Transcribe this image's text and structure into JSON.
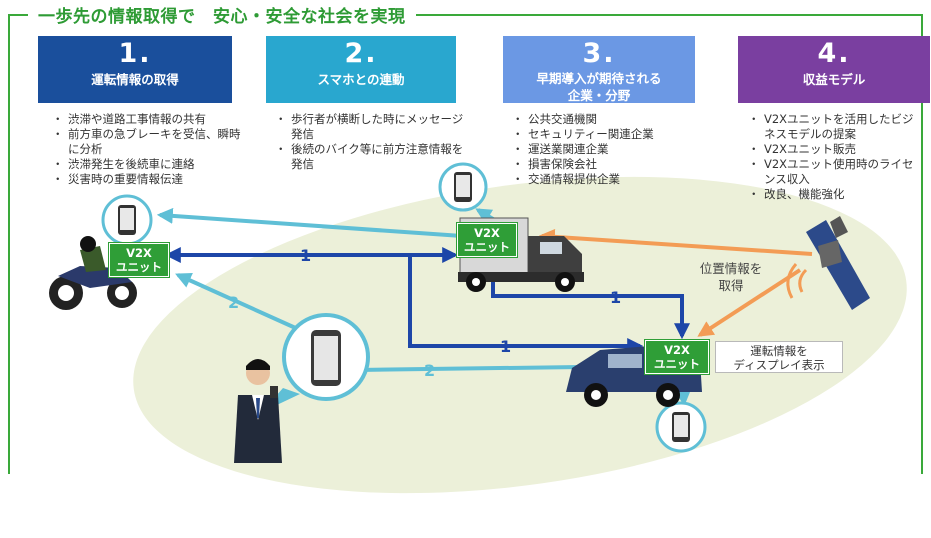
{
  "title": "一歩先の情報取得で　安心・安全な社会を実現",
  "colors": {
    "frame": "#3aa93a",
    "card1": "#1a4f9c",
    "card2": "#29a7cf",
    "card3": "#6b98e4",
    "card4": "#7a3fa0",
    "unit": "#2f9e37",
    "blue_arrow": "#1d46a8",
    "cyan_arrow": "#5fbfd6",
    "orange_arrow": "#f39c55"
  },
  "cards": [
    {
      "num": "1.",
      "label": "運転情報の取得",
      "bullets": [
        "渋滞や道路工事情報の共有",
        "前方車の急ブレーキを受信、瞬時に分析",
        "渋滞発生を後続車に連絡",
        "災害時の重要情報伝達"
      ]
    },
    {
      "num": "2.",
      "label": "スマホとの連動",
      "bullets": [
        "歩行者が横断した時にメッセージ発信",
        "後続のバイク等に前方注意情報を発信"
      ]
    },
    {
      "num": "3.",
      "label_line1": "早期導入が期待される",
      "label_line2": "企業・分野",
      "bullets": [
        "公共交通機関",
        "セキュリティー関連企業",
        "運送業関連企業",
        "損害保険会社",
        "交通情報提供企業"
      ]
    },
    {
      "num": "4.",
      "label": "収益モデル",
      "bullets": [
        "V2Xユニットを活用したビジネスモデルの提案",
        "V2Xユニット販売",
        "V2Xユニット使用時のライセンス収入",
        "改良、機能強化"
      ]
    }
  ],
  "units": {
    "line1": "V2X",
    "line2": "ユニット"
  },
  "arrow_labels": {
    "one": "1",
    "two": "2"
  },
  "position_note": {
    "line1": "位置情報を",
    "line2": "取得"
  },
  "display_note": {
    "line1": "運転情報を",
    "line2": "ディスプレイ表示"
  },
  "icons": [
    "motorcycle-icon",
    "truck-icon",
    "car-icon",
    "satellite-icon",
    "smartphone-icon",
    "businessman-icon"
  ]
}
